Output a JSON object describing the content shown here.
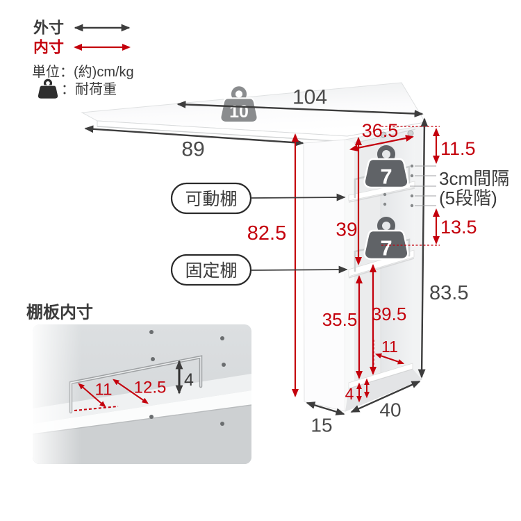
{
  "legend": {
    "outer_label": "外寸",
    "inner_label": "内寸",
    "unit_label": "単位：(約)cm/kg",
    "load_label": "：耐荷重"
  },
  "table": {
    "load": "10",
    "outer_width": "104",
    "inner_width": "89"
  },
  "unit": {
    "total_height": "83.5",
    "inner_height": "82.5",
    "depth": "40",
    "side_width": "15",
    "opening_width": "36.5",
    "top_offset": "11.5",
    "pitch_note_1": "3cm間隔",
    "pitch_note_2": "(5段階)",
    "pitch_bottom": "13.5",
    "upper_opening_height": "39",
    "shelf_load_upper": "7",
    "shelf_load_lower": "7",
    "lower_inner_height": "35.5",
    "lower_opening_height": "39.5",
    "bottom_depth": "11",
    "plinth_height": "4",
    "movable_shelf_label": "可動棚",
    "fixed_shelf_label": "固定棚"
  },
  "inset": {
    "title": "棚板内寸",
    "inner_depth": "11",
    "shelf_depth": "12.5",
    "bar_height": "4"
  },
  "colors": {
    "accent_red": "#c4000c",
    "line_dark": "#3d3d3d"
  }
}
